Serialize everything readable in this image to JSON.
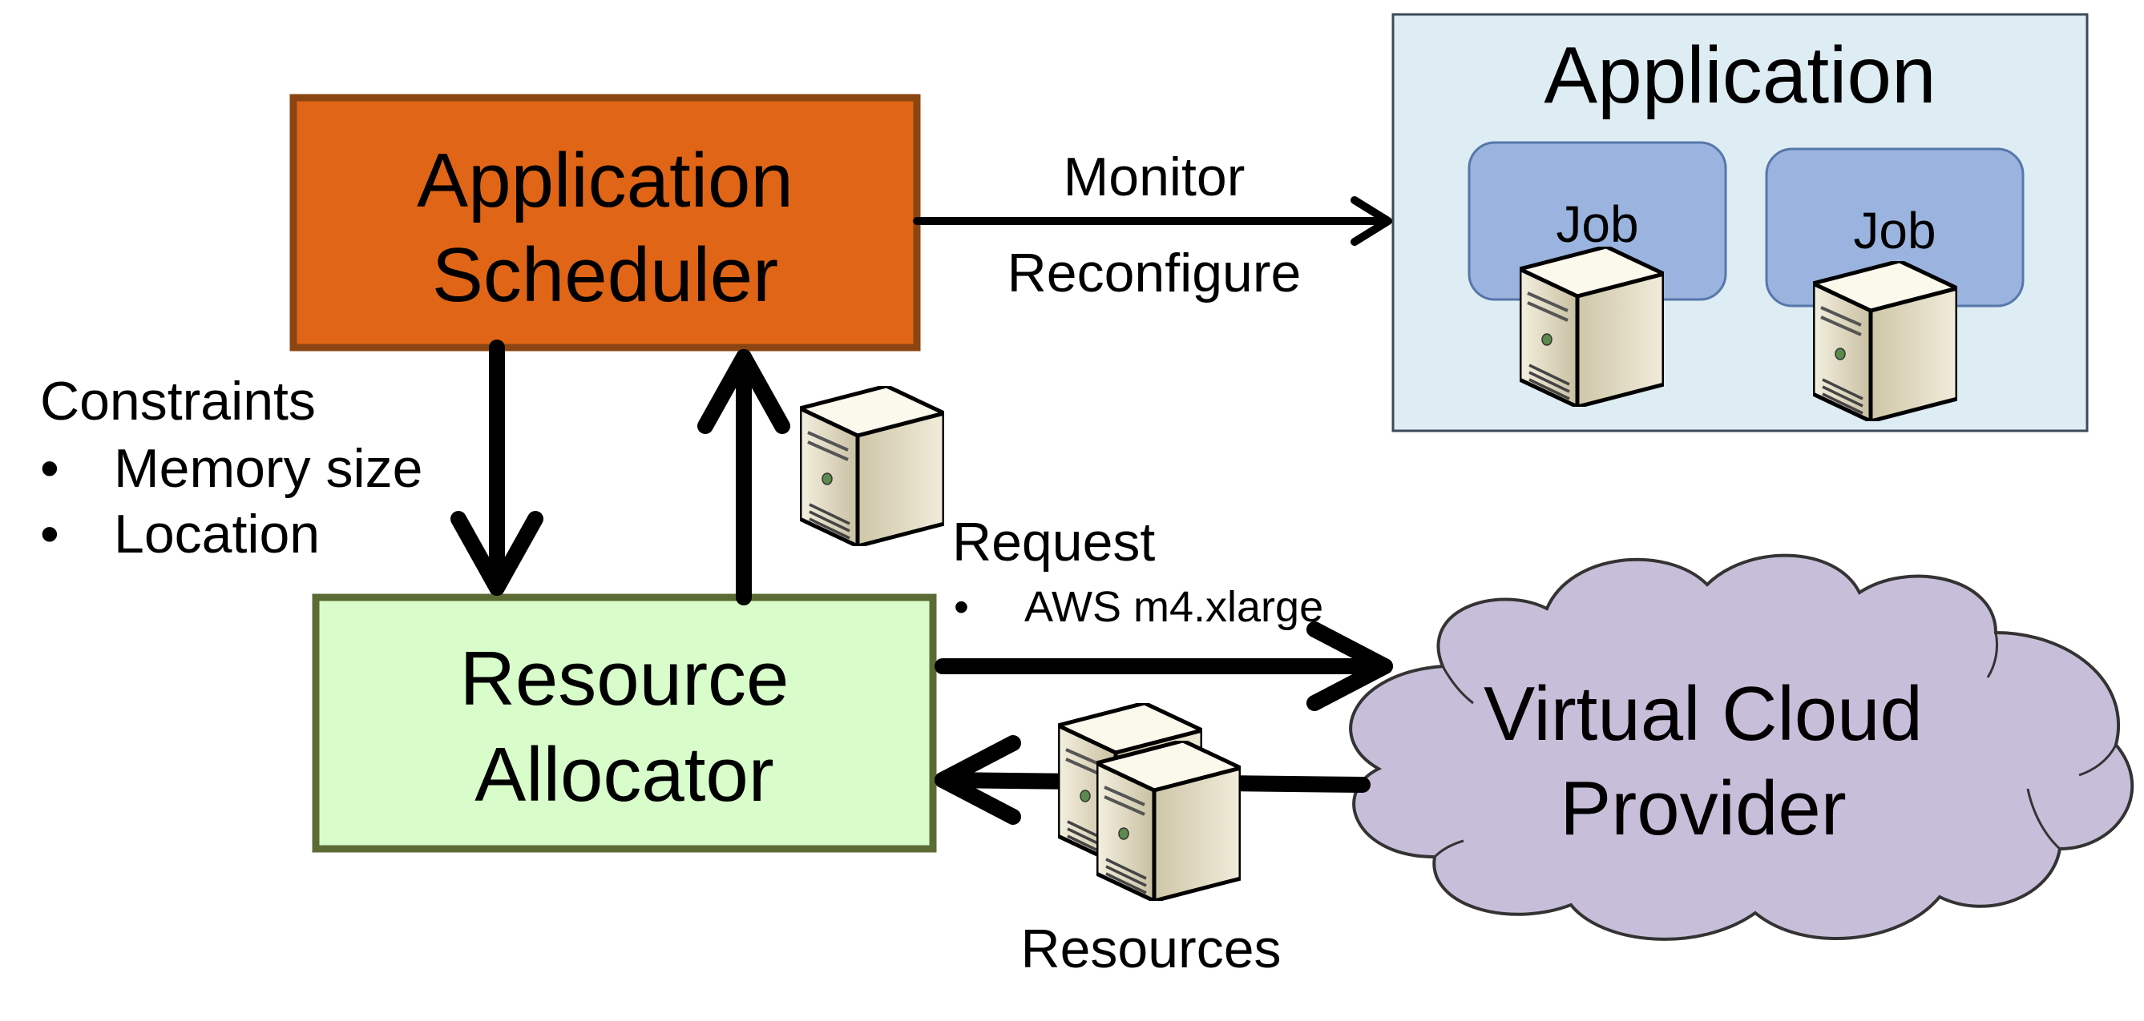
{
  "scheduler": {
    "lines": [
      "Application",
      "Scheduler"
    ],
    "fill": "#E06516",
    "border": "#8B4512"
  },
  "allocator": {
    "lines": [
      "Resource",
      "Allocator"
    ],
    "fill": "#D9FCCB",
    "border": "#5C6B34"
  },
  "application": {
    "title": "Application",
    "fill": "#DEECF3",
    "border": "#3A4A5A",
    "jobs": [
      {
        "label": "Job"
      },
      {
        "label": "Job"
      }
    ],
    "job_fill": "#9BB4DF"
  },
  "cloud": {
    "lines": [
      "Virtual Cloud",
      "Provider"
    ],
    "fill": "#C7BFDA"
  },
  "monitor": {
    "top": "Monitor",
    "bottom": "Reconfigure"
  },
  "constraints": {
    "title": "Constraints",
    "items": [
      "Memory size",
      "Location"
    ]
  },
  "request": {
    "title": "Request",
    "items": [
      "AWS m4.xlarge"
    ]
  },
  "resources": {
    "label": "Resources"
  },
  "bullet_glyph": "•",
  "icons": [
    "server-icon"
  ]
}
